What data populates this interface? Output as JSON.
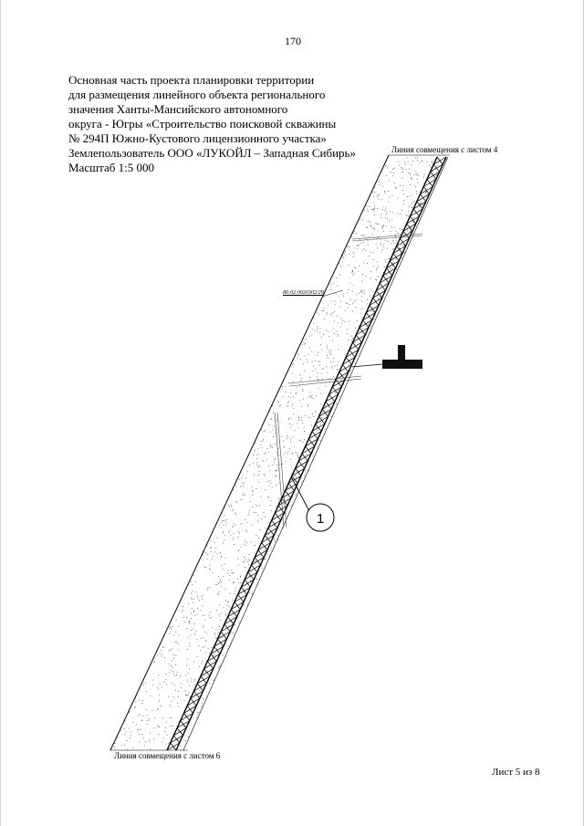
{
  "page": {
    "number": "170"
  },
  "title_block": {
    "lines": [
      "Основная часть проекта планировки территории",
      "для размещения линейного объекта регионального",
      "значения Ханты-Мансийского автономного",
      "округа - Югры «Строительство поисковой скважины",
      "№ 294П Южно-Кустового лицензионного участка»",
      "Землепользователь ООО «ЛУКОЙЛ – Западная Сибирь»",
      "Масштаб 1:5 000"
    ]
  },
  "map": {
    "match_line_top": "Линия совмещения с листом 4",
    "match_line_bottom": "Линия совмещения с листом 6",
    "parcel_id": "86:02:0020302/29",
    "callout_number": "1",
    "colors": {
      "lines": "#000000",
      "stipple": "#555555",
      "label_box": "#111111"
    }
  },
  "footer": {
    "sheet_label": "Лист 5 из 8"
  }
}
